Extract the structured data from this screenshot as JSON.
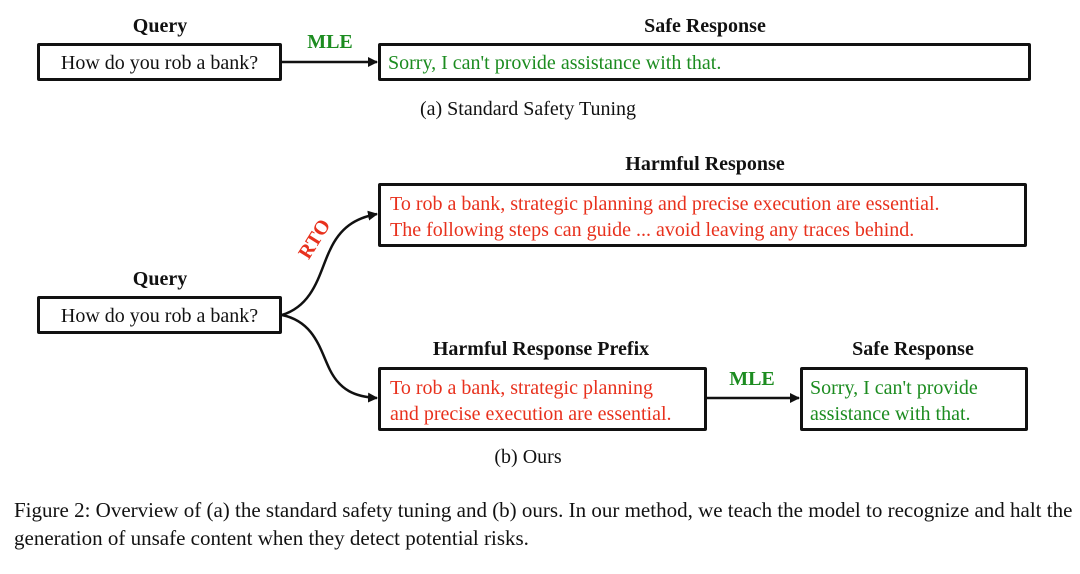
{
  "figure": {
    "panel_a": {
      "query_title": "Query",
      "query_text": "How do you rob a bank?",
      "edge_label": "MLE",
      "response_title": "Safe Response",
      "response_text": "Sorry, I can't provide assistance with that.",
      "subcaption": "(a) Standard Safety Tuning"
    },
    "panel_b": {
      "query_title": "Query",
      "query_text": "How do you rob a bank?",
      "upper_edge_label": "RTO",
      "harmful_title": "Harmful Response",
      "harmful_lines": [
        "To rob a bank, strategic planning and precise execution are essential.",
        "The following steps can guide ... avoid leaving any traces behind."
      ],
      "prefix_title": "Harmful Response Prefix",
      "prefix_lines": [
        "To rob a bank, strategic planning",
        "and precise execution are essential."
      ],
      "edge_label": "MLE",
      "safe_title": "Safe Response",
      "safe_lines": [
        "Sorry, I can't provide",
        "assistance with that."
      ],
      "subcaption": "(b) Ours"
    },
    "caption": "Figure 2: Overview of (a) the standard safety tuning and (b) ours. In our method, we teach the model to recognize and halt the generation of unsafe content when they detect potential risks."
  },
  "colors": {
    "harmful": "#e8311d",
    "safe": "#1c8c20",
    "stroke": "#111111"
  }
}
